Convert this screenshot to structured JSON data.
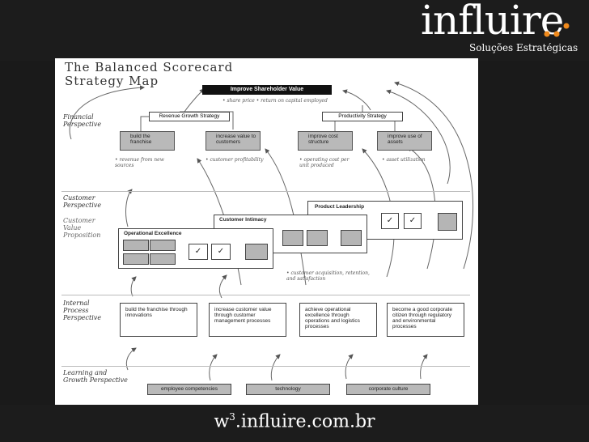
{
  "logo": {
    "word": "influire",
    "subtitle": "Soluções Estratégicas"
  },
  "footer": {
    "url_prefix": "w",
    "url_sup": "3",
    "url_rest": ".influire.com.br"
  },
  "map": {
    "title_line1": "The Balanced Scorecard",
    "title_line2": "Strategy Map",
    "top_goal": "Improve Shareholder Value",
    "top_metrics": "• share price    • return on capital employed",
    "financial": {
      "label_line1": "Financial",
      "label_line2": "Perspective",
      "revenue_strategy": "Revenue Growth Strategy",
      "productivity_strategy": "Productivity Strategy",
      "box1": "build the franchise",
      "box2": "increase value to customers",
      "box3": "improve cost structure",
      "box4": "improve use of assets",
      "note1": "• revenue from new sources",
      "note2": "• customer profitability",
      "note3": "• operating cost per unit produced",
      "note4": "• asset utilization"
    },
    "customer": {
      "label_line1": "Customer",
      "label_line2": "Perspective",
      "value_prop": "Customer Value Proposition",
      "product_leadership": "Product  Leadership",
      "customer_intimacy": "Customer Intimacy",
      "operational_excellence": "Operational Excellence",
      "note": "• customer acquisition, retention, and satisfaction",
      "check": "✓"
    },
    "internal": {
      "label_line1": "Internal",
      "label_line2": "Process",
      "label_line3": "Perspective",
      "box1": "build the franchise through innovations",
      "box2": "increase customer value through customer management processes",
      "box3": "achieve operational excellence through operations and logistics processes",
      "box4": "become a good corporate citizen through regulatory and environmental processes"
    },
    "learning": {
      "label_line1": "Learning and",
      "label_line2": "Growth Perspective",
      "box1": "employee competencies",
      "box2": "technology",
      "box3": "corporate culture"
    }
  }
}
